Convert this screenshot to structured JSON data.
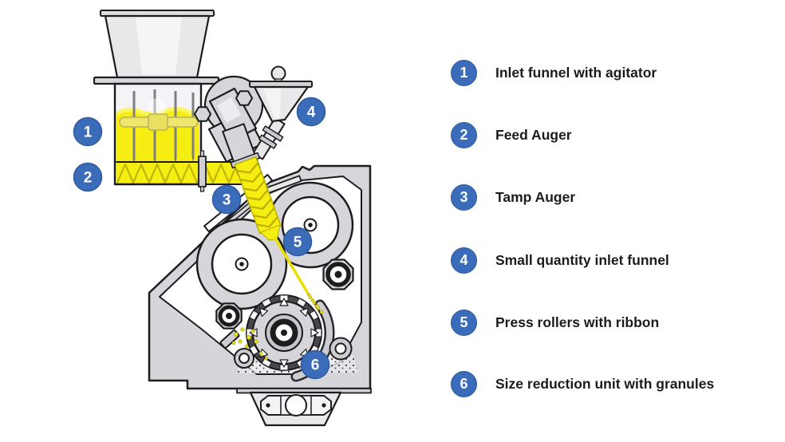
{
  "legend": {
    "items": [
      {
        "number": "1",
        "label": "Inlet funnel with agitator"
      },
      {
        "number": "2",
        "label": "Feed Auger"
      },
      {
        "number": "3",
        "label": "Tamp Auger"
      },
      {
        "number": "4",
        "label": "Small quantity inlet funnel"
      },
      {
        "number": "5",
        "label": "Press rollers with ribbon"
      },
      {
        "number": "6",
        "label": "Size reduction unit with granules"
      }
    ]
  },
  "colors": {
    "badge_blue": "#3b6cb9",
    "badge_edge": "#2e5a9e",
    "powder_yellow": "#f6ed12",
    "powder_yellow_light": "#fbf55f",
    "powder_outline": "#b9b000",
    "machine_grey": "#d6d6da",
    "machine_grey_light": "#e8e8eb",
    "outline_dark": "#1d1d20",
    "text_dark": "#1c1c1c",
    "background": "#ffffff"
  }
}
